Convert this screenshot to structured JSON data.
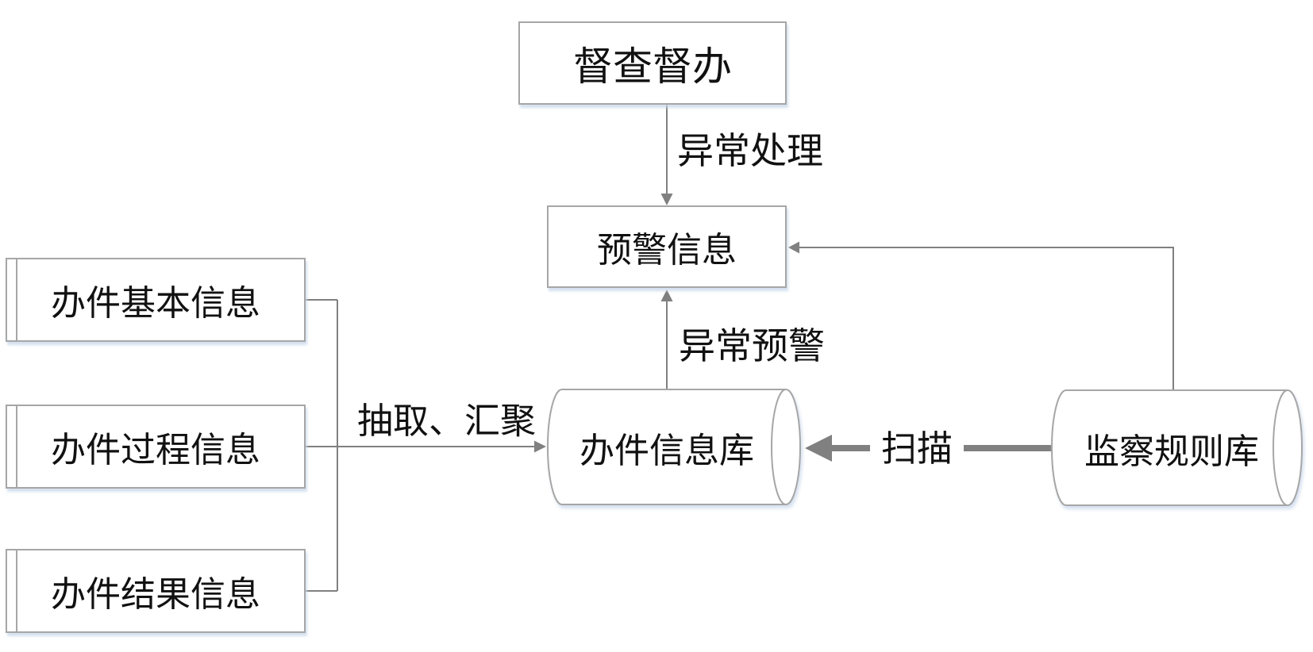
{
  "diagram": {
    "nodes": {
      "supervision": {
        "label": "督查督办",
        "shape": "rectangle"
      },
      "warning": {
        "label": "预警信息",
        "shape": "rectangle"
      },
      "case_basic": {
        "label": "办件基本信息",
        "shape": "rectangle-double-left-edge"
      },
      "case_process": {
        "label": "办件过程信息",
        "shape": "rectangle-double-left-edge"
      },
      "case_result": {
        "label": "办件结果信息",
        "shape": "rectangle-double-left-edge"
      },
      "case_info_db": {
        "label": "办件信息库",
        "shape": "horizontal-cylinder"
      },
      "rules_db": {
        "label": "监察规则库",
        "shape": "horizontal-cylinder"
      }
    },
    "edges": {
      "exception_handling": {
        "label": "异常处理",
        "from": "supervision",
        "to": "warning"
      },
      "exception_warning": {
        "label": "异常预警",
        "from": "case_info_db",
        "to": "warning"
      },
      "extract_aggregate": {
        "label": "抽取、汇聚",
        "from": "case_basic / case_process / case_result",
        "to": "case_info_db"
      },
      "scan": {
        "label": "扫描",
        "from": "rules_db",
        "to": "case_info_db"
      },
      "rules_to_warning": {
        "label": "",
        "from": "rules_db",
        "to": "warning"
      }
    },
    "colors": {
      "background": "#ffffff",
      "node_fill": "#ffffff",
      "node_border": "#a6a6a6",
      "connector_line": "#808080",
      "thick_arrow": "#808080",
      "text": "#111111",
      "shadow": "#c7d6eb"
    }
  }
}
